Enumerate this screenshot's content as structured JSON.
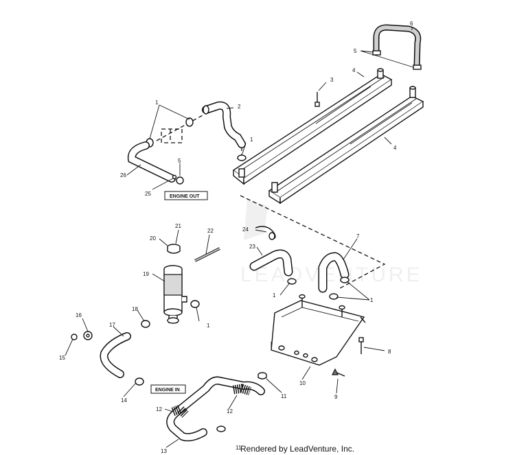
{
  "labels": {
    "engine_out": "ENGINE OUT",
    "engine_in": "ENGINE IN",
    "watermark": "LEADVENTURE",
    "footer": "Rendered by LeadVenture, Inc."
  },
  "callouts": {
    "c1a": "1",
    "c1b": "1",
    "c1c": "1",
    "c1d": "1",
    "c1e": "1",
    "c2": "2",
    "c3": "3",
    "c4a": "4",
    "c4b": "4",
    "c5a": "5",
    "c5b": "5",
    "c6": "6",
    "c7": "7",
    "c8": "8",
    "c9": "9",
    "c10": "10",
    "c11a": "11",
    "c11b": "11",
    "c12a": "12",
    "c12b": "12",
    "c13": "13",
    "c14": "14",
    "c15": "15",
    "c16": "16",
    "c17": "17",
    "c18": "18",
    "c19": "19",
    "c20": "20",
    "c21": "21",
    "c22": "22",
    "c23": "23",
    "c24": "24",
    "c25": "25",
    "c26": "26"
  },
  "colors": {
    "line": "#111111",
    "background": "#ffffff"
  }
}
